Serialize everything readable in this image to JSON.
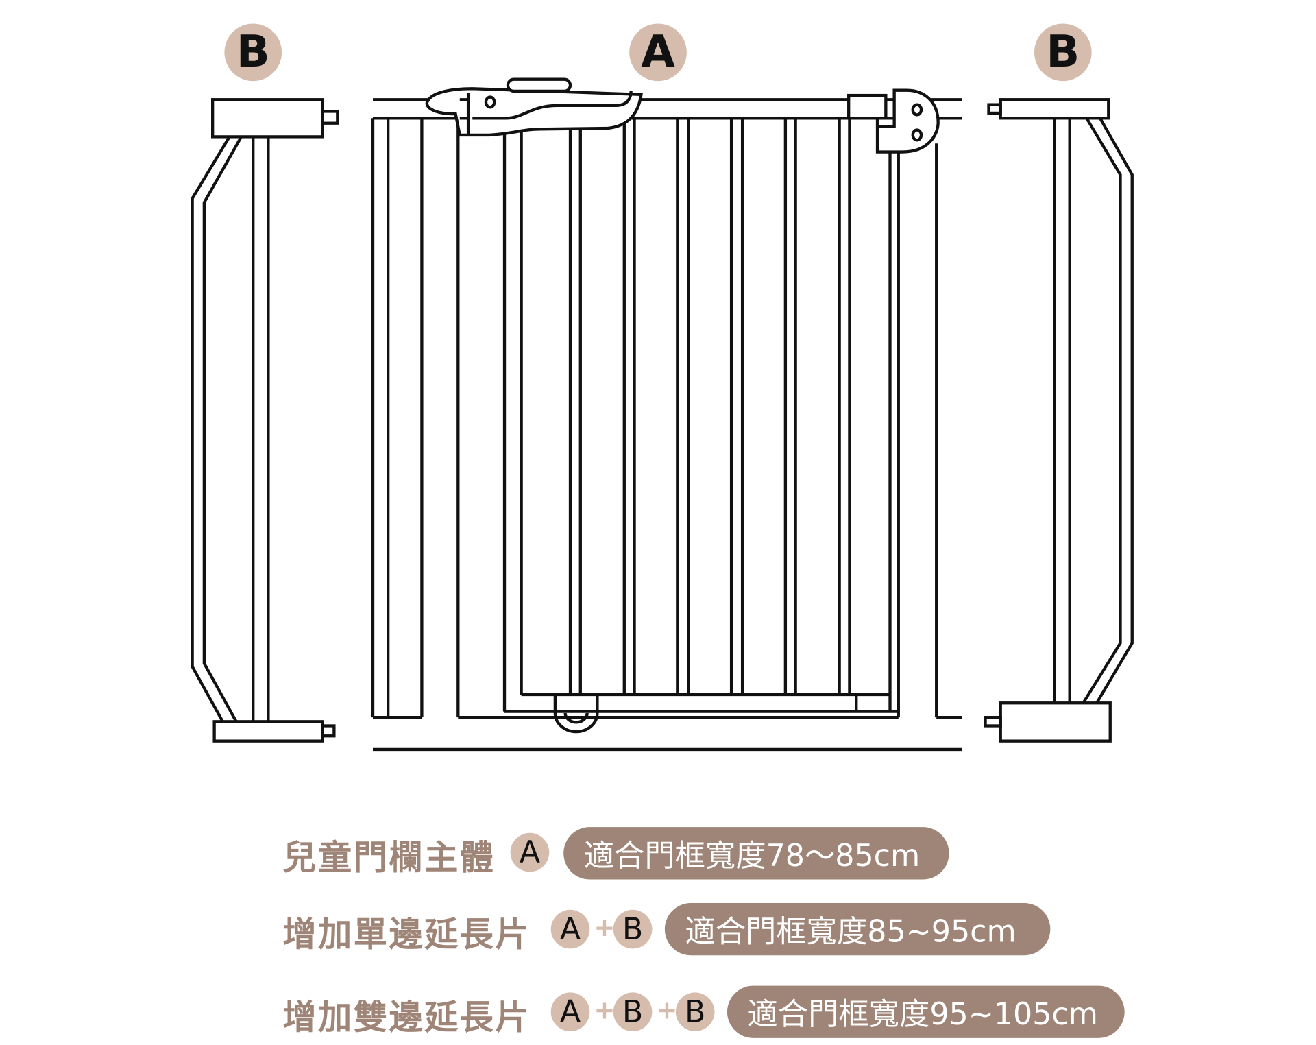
{
  "diagram": {
    "left_part": "B",
    "main_part": "A",
    "right_part": "B"
  },
  "rows": [
    {
      "label": "兒童門欄主體",
      "parts": [
        "A"
      ],
      "plus": "+",
      "fit": "適合門框寬度78〜85cm"
    },
    {
      "label": "增加單邊延長片",
      "parts": [
        "A",
        "B"
      ],
      "plus": "+",
      "fit": "適合門框寬度85~95cm"
    },
    {
      "label": "增加雙邊延長片",
      "parts": [
        "A",
        "B",
        "B"
      ],
      "plus": "+",
      "fit": "適合門框寬度95~105cm"
    }
  ],
  "colors": {
    "accent": "#9e8577",
    "badge": "#d5bcad",
    "line": "#111111"
  }
}
